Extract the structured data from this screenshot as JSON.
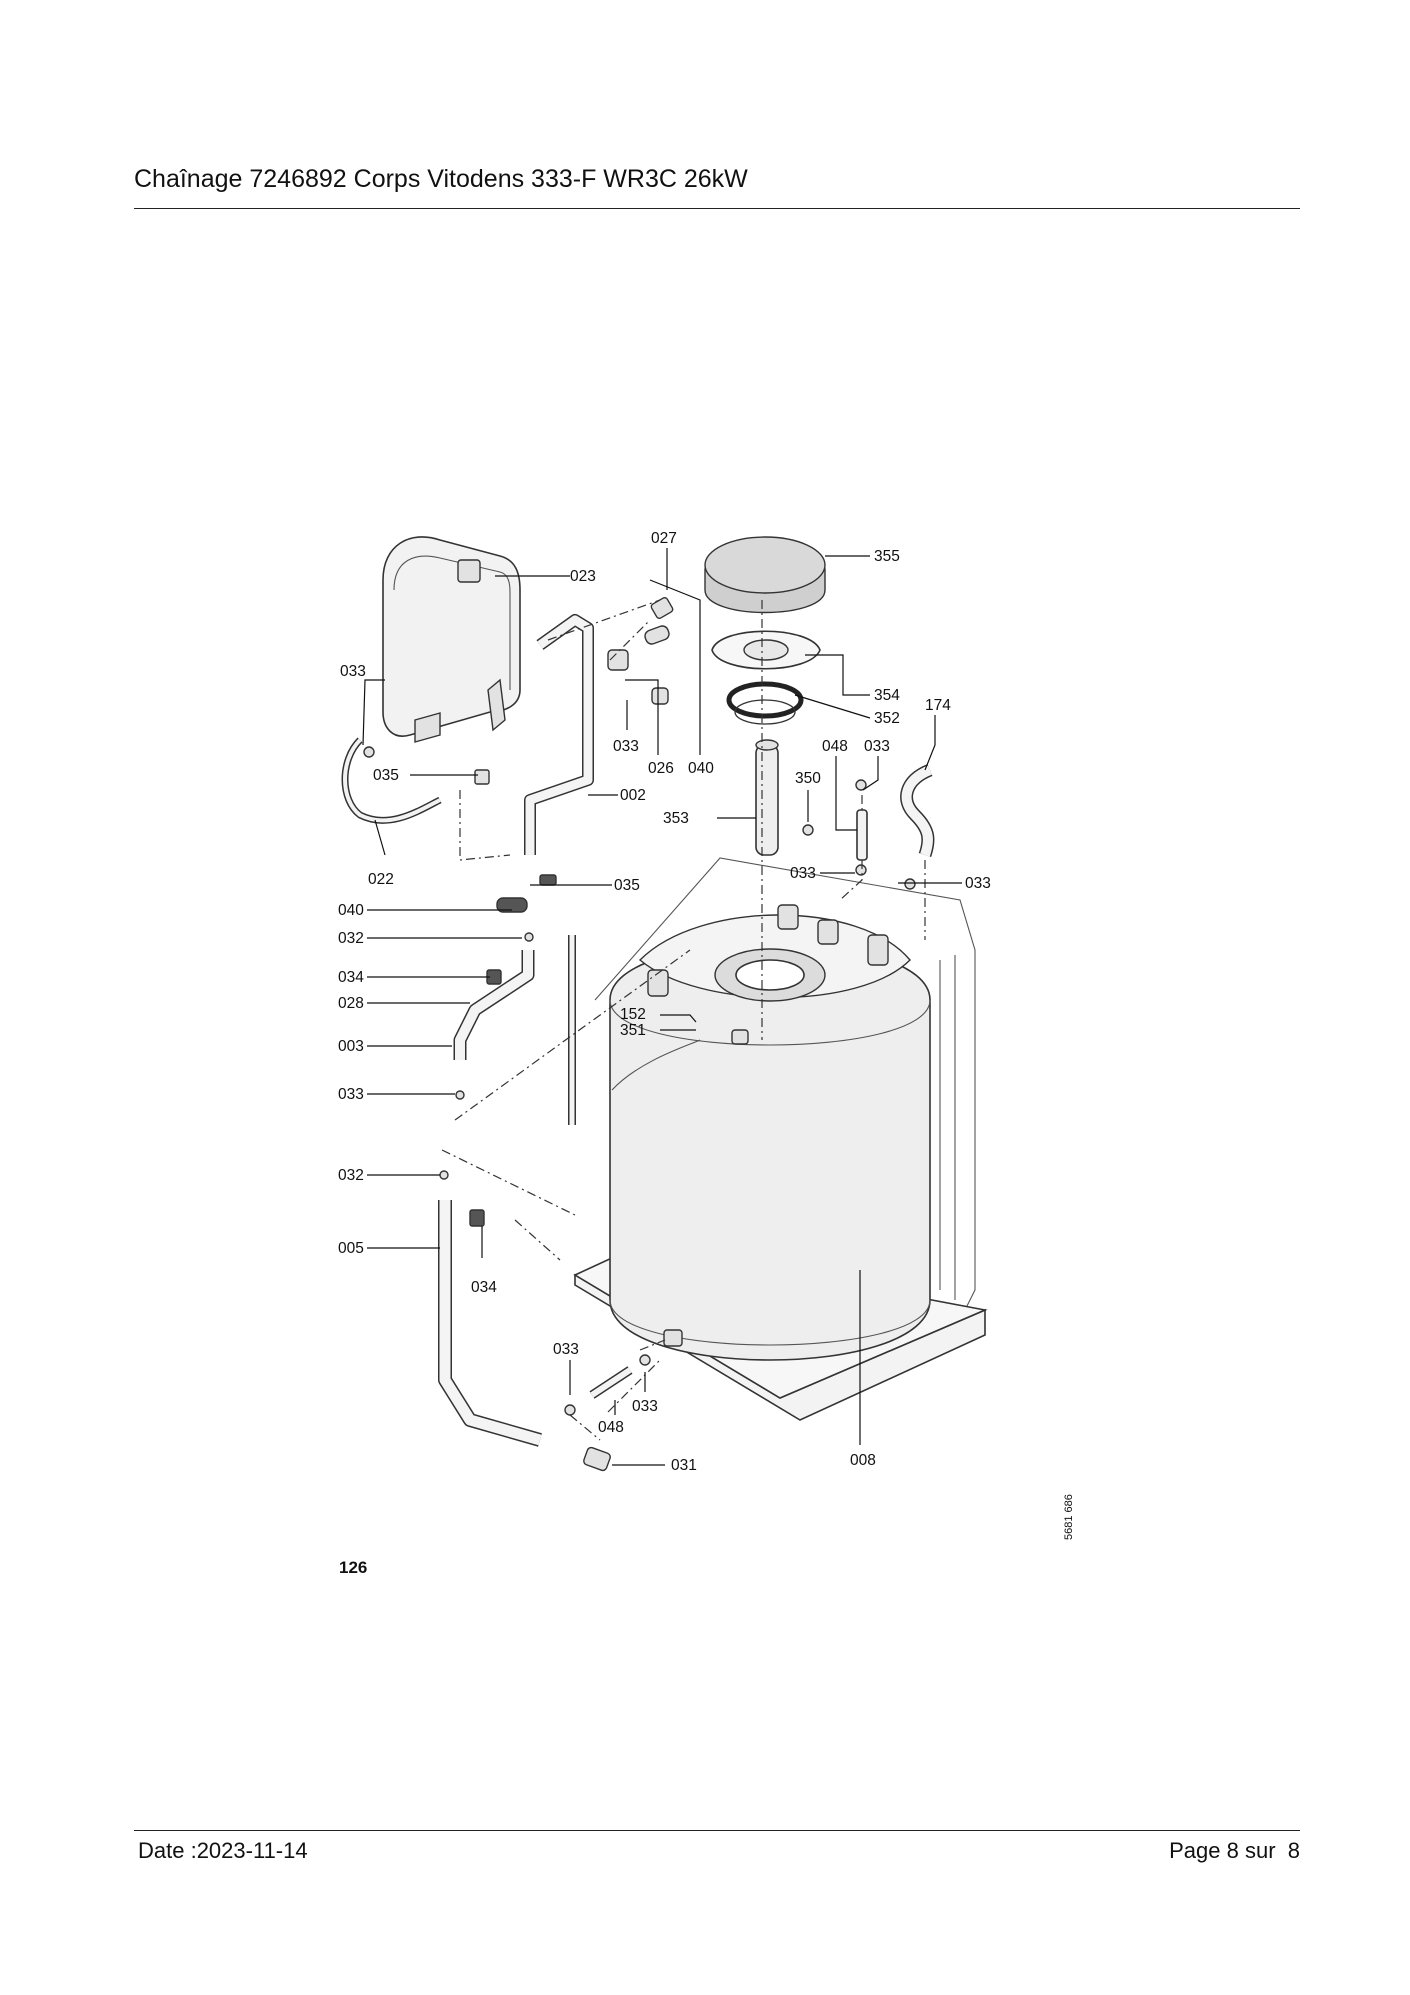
{
  "header": {
    "title": "Chaînage 7246892 Corps Vitodens 333-F WR3C 26kW"
  },
  "figure": {
    "number": "126",
    "drawing_ref": "5681 686",
    "callouts": [
      "027",
      "355",
      "023",
      "354",
      "352",
      "174",
      "033",
      "048",
      "033",
      "350",
      "035",
      "002",
      "353",
      "022",
      "035",
      "033",
      "033",
      "040",
      "032",
      "034",
      "028",
      "152",
      "351",
      "003",
      "033",
      "032",
      "005",
      "034",
      "033",
      "033",
      "048",
      "031",
      "008",
      "033",
      "026",
      "040"
    ]
  },
  "footer": {
    "date": "Date :2023-11-14",
    "page": "Page 8 sur  8"
  }
}
